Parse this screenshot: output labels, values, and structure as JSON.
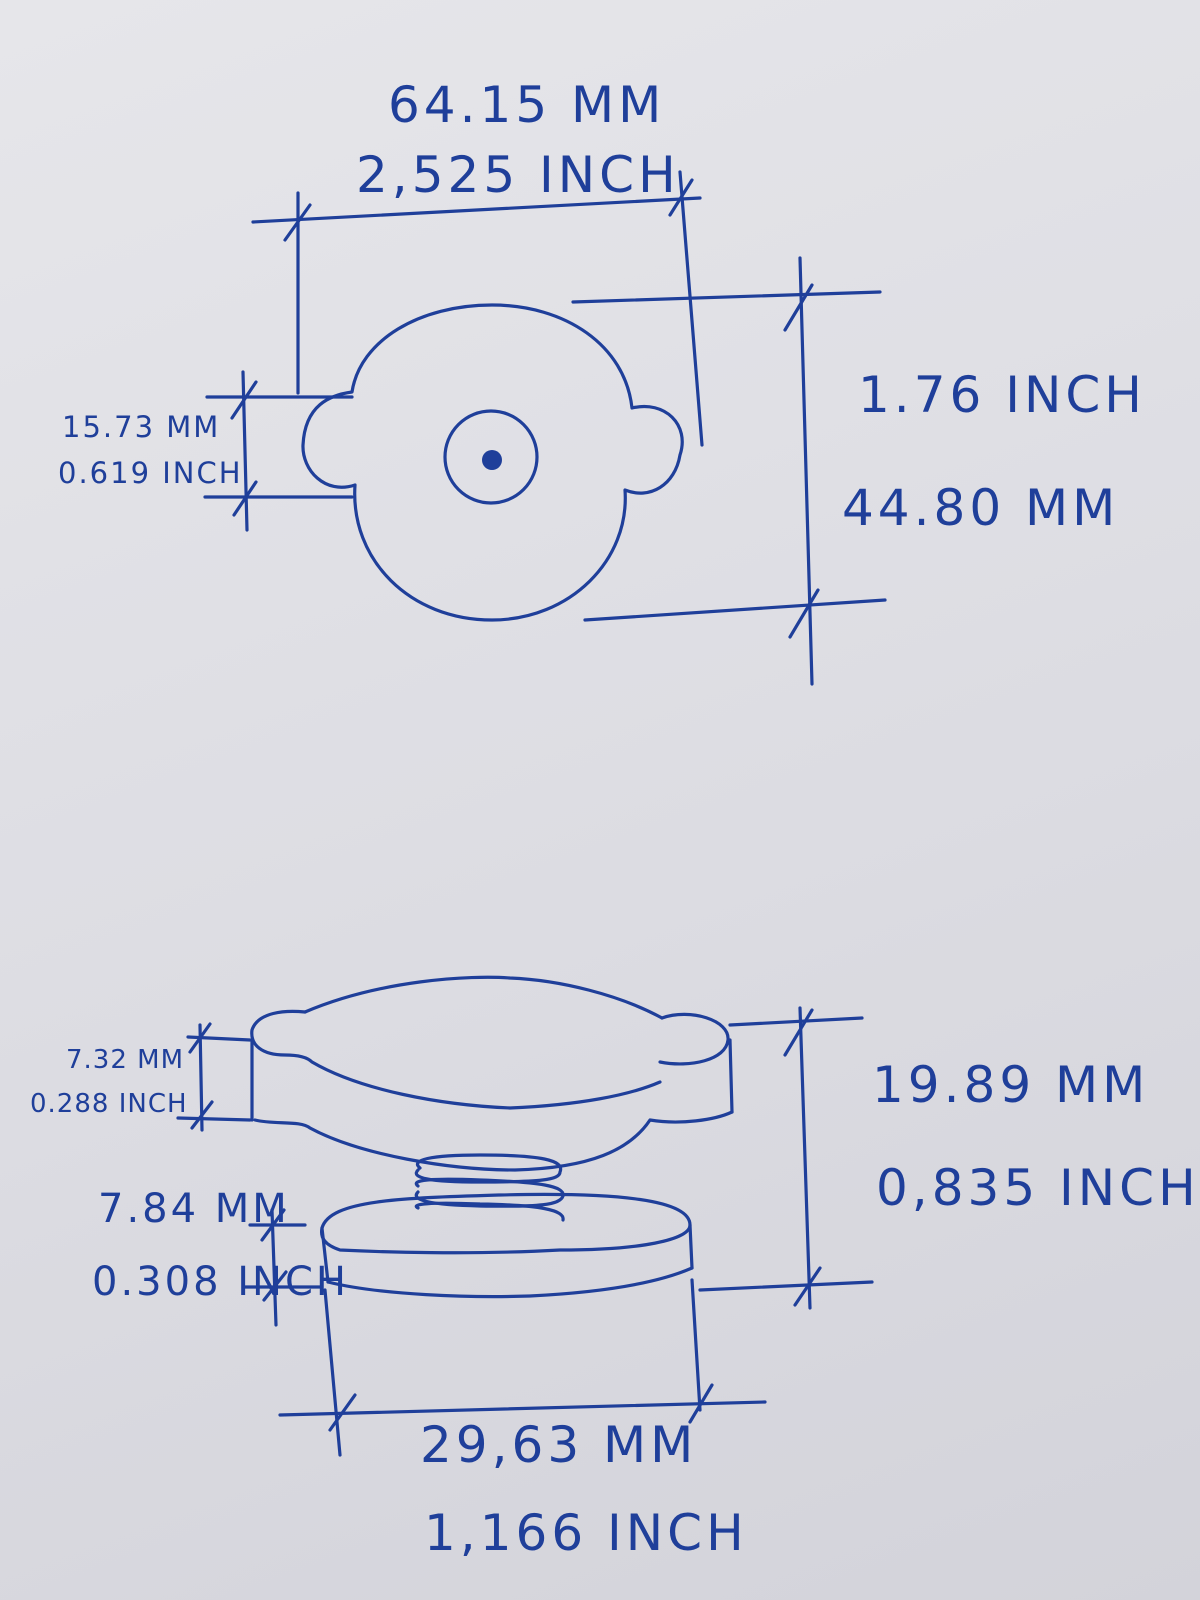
{
  "top_view": {
    "width": {
      "mm": "64.15 MM",
      "inch": "2,525 INCH"
    },
    "height": {
      "inch": "1.76 INCH",
      "mm": "44.80 MM"
    },
    "tab": {
      "mm": "15.73 MM",
      "inch": "0.619 INCH"
    }
  },
  "side_view": {
    "cap_thickness": {
      "mm": "7.32 MM",
      "inch": "0.288 INCH"
    },
    "base_thickness": {
      "mm": "7.84 MM",
      "inch": "0.308 INCH"
    },
    "total_height": {
      "mm": "19.89 MM",
      "inch": "0,835 INCH"
    },
    "base_diameter": {
      "mm": "29,63 MM",
      "inch": "1,166 INCH"
    }
  },
  "colors": {
    "ink": "#1f3f9a",
    "paper": "#dedee4"
  }
}
